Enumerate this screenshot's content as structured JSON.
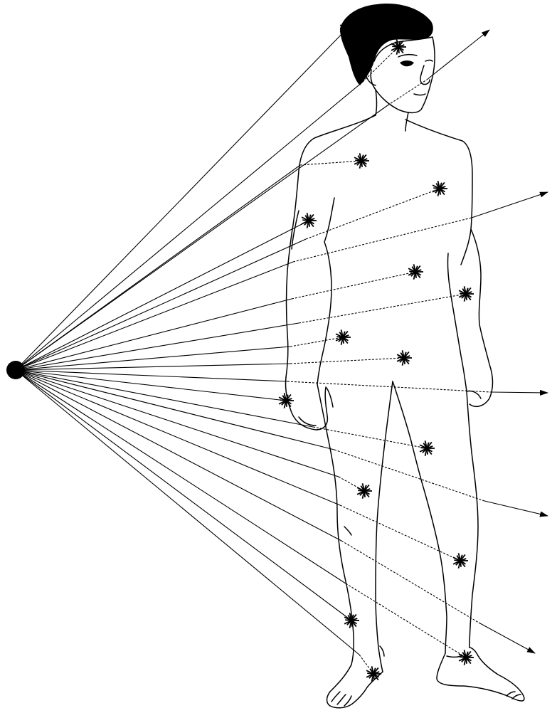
{
  "diagram": {
    "source": {
      "name": "radiation-source"
    },
    "colors": {
      "ink": "#000000",
      "background": "#ffffff"
    },
    "rays": [
      {
        "id": "ray-scalp",
        "kind": "absorbed",
        "entry": [
          488,
          40
        ],
        "end": [
          488,
          40
        ]
      },
      {
        "id": "ray-ear",
        "kind": "absorbed",
        "entry": [
          510,
          115
        ],
        "end": [
          560,
          66
        ]
      },
      {
        "id": "ray-head-pass",
        "kind": "passing",
        "entry": [
          545,
          148
        ],
        "exit": [
          600,
          112
        ],
        "end": [
          688,
          42
        ]
      },
      {
        "id": "ray-chest-left",
        "kind": "absorbed",
        "entry": [
          422,
          232
        ],
        "end": [
          508,
          226
        ]
      },
      {
        "id": "ray-shoulder",
        "kind": "absorbed",
        "entry": [
          434,
          310
        ],
        "end": [
          434,
          310
        ]
      },
      {
        "id": "ray-chest-right",
        "kind": "absorbed",
        "entry": [
          430,
          336
        ],
        "end": [
          618,
          265
        ]
      },
      {
        "id": "ray-chest-pass",
        "kind": "passing",
        "entry": [
          412,
          368
        ],
        "exit": [
          663,
          306
        ],
        "end": [
          770,
          270
        ]
      },
      {
        "id": "ray-abdomen",
        "kind": "absorbed",
        "entry": [
          410,
          420
        ],
        "end": [
          584,
          382
        ]
      },
      {
        "id": "ray-right-arm",
        "kind": "absorbed",
        "entry": [
          420,
          454
        ],
        "end": [
          655,
          413
        ]
      },
      {
        "id": "ray-pelvis-left",
        "kind": "absorbed",
        "entry": [
          408,
          487
        ],
        "end": [
          482,
          474
        ]
      },
      {
        "id": "ray-pelvis-right",
        "kind": "absorbed",
        "entry": [
          408,
          511
        ],
        "end": [
          568,
          503
        ]
      },
      {
        "id": "ray-hip-pass",
        "kind": "passing",
        "entry": [
          404,
          536
        ],
        "exit": [
          690,
          551
        ],
        "end": [
          770,
          552
        ]
      },
      {
        "id": "ray-hand",
        "kind": "absorbed",
        "entry": [
          402,
          563
        ],
        "end": [
          402,
          563
        ]
      },
      {
        "id": "ray-thigh-right",
        "kind": "absorbed",
        "entry": [
          440,
          600
        ],
        "end": [
          600,
          630
        ]
      },
      {
        "id": "ray-thigh-left",
        "kind": "absorbed",
        "entry": [
          476,
          670
        ],
        "end": [
          512,
          690
        ]
      },
      {
        "id": "ray-thigh-pass",
        "kind": "passing",
        "entry": [
          470,
          632
        ],
        "exit": [
          681,
          704
        ],
        "end": [
          770,
          725
        ]
      },
      {
        "id": "ray-knee-right",
        "kind": "absorbed",
        "entry": [
          478,
          710
        ],
        "end": [
          647,
          788
        ]
      },
      {
        "id": "ray-shin-pass",
        "kind": "passing",
        "entry": [
          480,
          760
        ],
        "exit": [
          673,
          875
        ],
        "end": [
          752,
          918
        ]
      },
      {
        "id": "ray-ankle-left",
        "kind": "absorbed",
        "entry": [
          494,
          872
        ],
        "end": [
          494,
          872
        ]
      },
      {
        "id": "ray-ankle-right",
        "kind": "absorbed",
        "entry": [
          486,
          820
        ],
        "end": [
          655,
          924
        ]
      },
      {
        "id": "ray-foot-left",
        "kind": "absorbed",
        "entry": [
          505,
          920
        ],
        "end": [
          525,
          947
        ]
      }
    ]
  }
}
